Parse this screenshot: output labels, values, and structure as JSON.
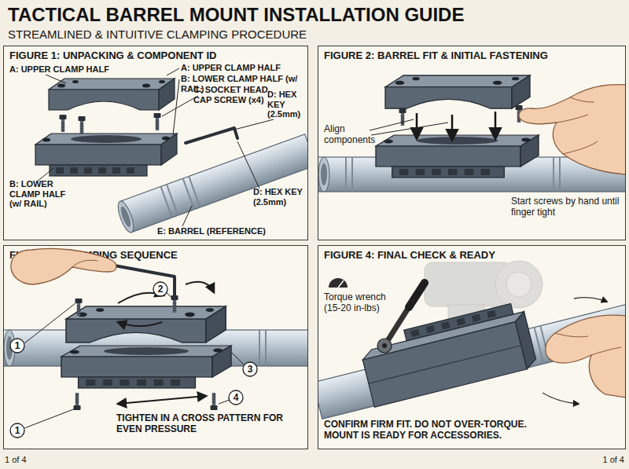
{
  "diagram": {
    "title": "TACTICAL BARREL MOUNT INSTALLATION GUIDE",
    "nodes": [
      {
        "text": [
          "FIGURE 1: UNPACKING & COMPONENT ID"
        ]
      },
      {
        "text": [
          "FIGURE 2: BARREL FIT & INITIAL FASTENING"
        ]
      },
      {
        "text": [
          "FIGURE 3: CLAMPING SEQUENCE"
        ]
      },
      {
        "text": [
          "FIGURE 4: FINAL CHECK & READY"
        ]
      }
    ],
    "labels": [
      "STREAMLINED & INTUITIVE CLAMPING PROCEDURE",
      "A: UPPER CLAMP HALF",
      "A: UPPER CLAMP HALF",
      "B: LOWER CLAMP HALF (w/ RAIL)",
      "C: SOCKET HEAD CAP SCREW (x4)",
      "D: HEX KEY (2.5mm)",
      "B: LOWER CLAMP HALF (w/ RAIL)",
      "D: HEX KEY (2.5mm)",
      "E: BARREL (REFERENCE)",
      "Align components",
      "Start screws by hand until finger tight",
      "1",
      "2",
      "3",
      "4",
      "1",
      "TIGHTEN IN A CROSS PATTERN FOR EVEN PRESSURE",
      "Torque wrench (15-20 in-lbs)",
      "CONFIRM FIRM FIT. DO NOT OVER-TORQUE. MOUNT IS READY FOR ACCESSORIES.",
      "1 of 4",
      "1 of 4"
    ]
  }
}
